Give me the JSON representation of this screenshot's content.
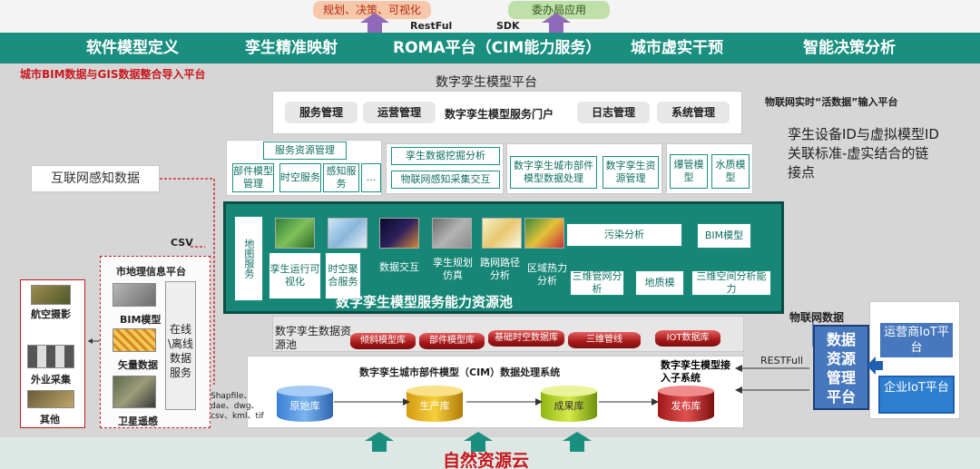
{
  "top": {
    "pill_left": "规划、决策、可视化",
    "pill_right": "委办局应用",
    "restful_top": "RestFul",
    "sdk": "SDK"
  },
  "header": {
    "items": [
      "软件模型定义",
      "孪生精准映射",
      "ROMA平台（CIM能力服务）",
      "城市虚实干预",
      "智能决策分析"
    ],
    "subtitle": "城市BIM数据与GIS数据整合导入平台"
  },
  "platform": {
    "title": "数字孪生模型平台",
    "portal_buttons": [
      "服务管理",
      "运营管理",
      "日志管理",
      "系统管理"
    ],
    "portal_title": "数字孪生模型服务门户"
  },
  "right_notes": {
    "live_data": "物联网实时“活数据”输入平台",
    "id_text": "孪生设备ID与虚拟模型ID关联标准-虚实结合的链接点",
    "iot_data": "物联网数据",
    "restfull": "RESTFull"
  },
  "services": {
    "resource_mgmt": "服务资源管理",
    "small": [
      "部件模型管理",
      "时空服务",
      "感知服务",
      "..."
    ],
    "mining": "孪生数据挖掘分析",
    "iot_collect": "物联网感知采集交互",
    "part_data": "数字孪生城市部件模型数据处理",
    "resource_mgmt2": "数字孪生资源管理",
    "blast": "爆管模型",
    "water": "水质模型"
  },
  "pool": {
    "map_service": "地图服务",
    "items": [
      "孪生运行可视化",
      "时空聚合服务",
      "数据交互",
      "孪生规划仿真",
      "路网路径分析",
      "区域热力分析"
    ],
    "pollution": "污染分析",
    "bim": "BIM模型",
    "pipe3d": "三维管网分析",
    "geo": "地质模",
    "space3d": "三维空间分析能力",
    "title": "数字孪生模型服务能力资源池"
  },
  "databases": {
    "label": "数字孪生数据资源池",
    "items": [
      "倾斜模型库",
      "部件模型库",
      "基础时空数据库",
      "三维管线",
      "IOT数据库"
    ]
  },
  "processing": {
    "title": "数字孪生城市部件模型（CIM）数据处理系统",
    "access": "数字孪生模型接入子系统",
    "stores": [
      "原始库",
      "生产库",
      "成果库",
      "发布库"
    ],
    "formats": "Shapfile、dae、dwg、csv、kml、tif"
  },
  "left": {
    "internet": "互联网感知数据",
    "csv": "CSV",
    "sources": [
      "航空摄影",
      "外业采集",
      "其他"
    ],
    "gis_title": "市地理信息平台",
    "gis_items": [
      "BIM模型",
      "矢量数据",
      "卫星遥感"
    ],
    "online": "在线\\离线数据服务"
  },
  "right_box": {
    "mgmt": "数据资源管理平台",
    "operator": "运营商IoT平台",
    "enterprise": "企业IoT平台"
  },
  "bottom": {
    "cloud": "自然资源云"
  },
  "colors": {
    "teal": "#1b8f7f",
    "red": "#c8181e",
    "blue": "#1f5fb0"
  }
}
